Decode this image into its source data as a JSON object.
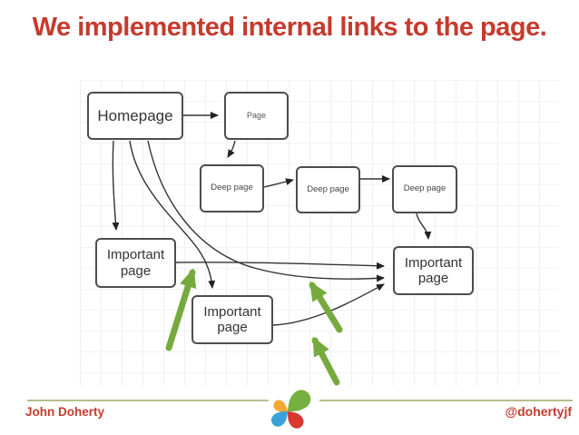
{
  "slide": {
    "title": "We implemented internal links to the page.",
    "title_color": "#c43b2e"
  },
  "diagram": {
    "nodes": [
      {
        "id": "homepage",
        "label": "Homepage"
      },
      {
        "id": "page",
        "label": "Page"
      },
      {
        "id": "deep-page-1",
        "label": "Deep page"
      },
      {
        "id": "deep-page-2",
        "label": "Deep page"
      },
      {
        "id": "deep-page-3",
        "label": "Deep page"
      },
      {
        "id": "important-left",
        "label": "Important page"
      },
      {
        "id": "important-bottom",
        "label": "Important page"
      },
      {
        "id": "important-right",
        "label": "Important page"
      }
    ],
    "edges": [
      {
        "from": "homepage",
        "to": "page"
      },
      {
        "from": "page",
        "to": "deep-page-1"
      },
      {
        "from": "deep-page-1",
        "to": "deep-page-2"
      },
      {
        "from": "deep-page-2",
        "to": "deep-page-3"
      },
      {
        "from": "deep-page-3",
        "to": "important-right"
      },
      {
        "from": "homepage",
        "to": "important-left"
      },
      {
        "from": "homepage",
        "to": "important-bottom"
      },
      {
        "from": "homepage",
        "to": "important-right"
      },
      {
        "from": "important-left",
        "to": "important-right"
      },
      {
        "from": "important-bottom",
        "to": "important-right"
      }
    ],
    "edge_color": "#333333",
    "highlight_color": "#76aa3f",
    "highlight_arrow_count": 3
  },
  "footer": {
    "author": "John Doherty",
    "handle": "@dohertyjf",
    "divider_color": "#b7bf90",
    "logo": {
      "green": "#76b041",
      "orange": "#f2a735",
      "blue": "#3aa2d9",
      "red": "#d63a2f"
    }
  }
}
